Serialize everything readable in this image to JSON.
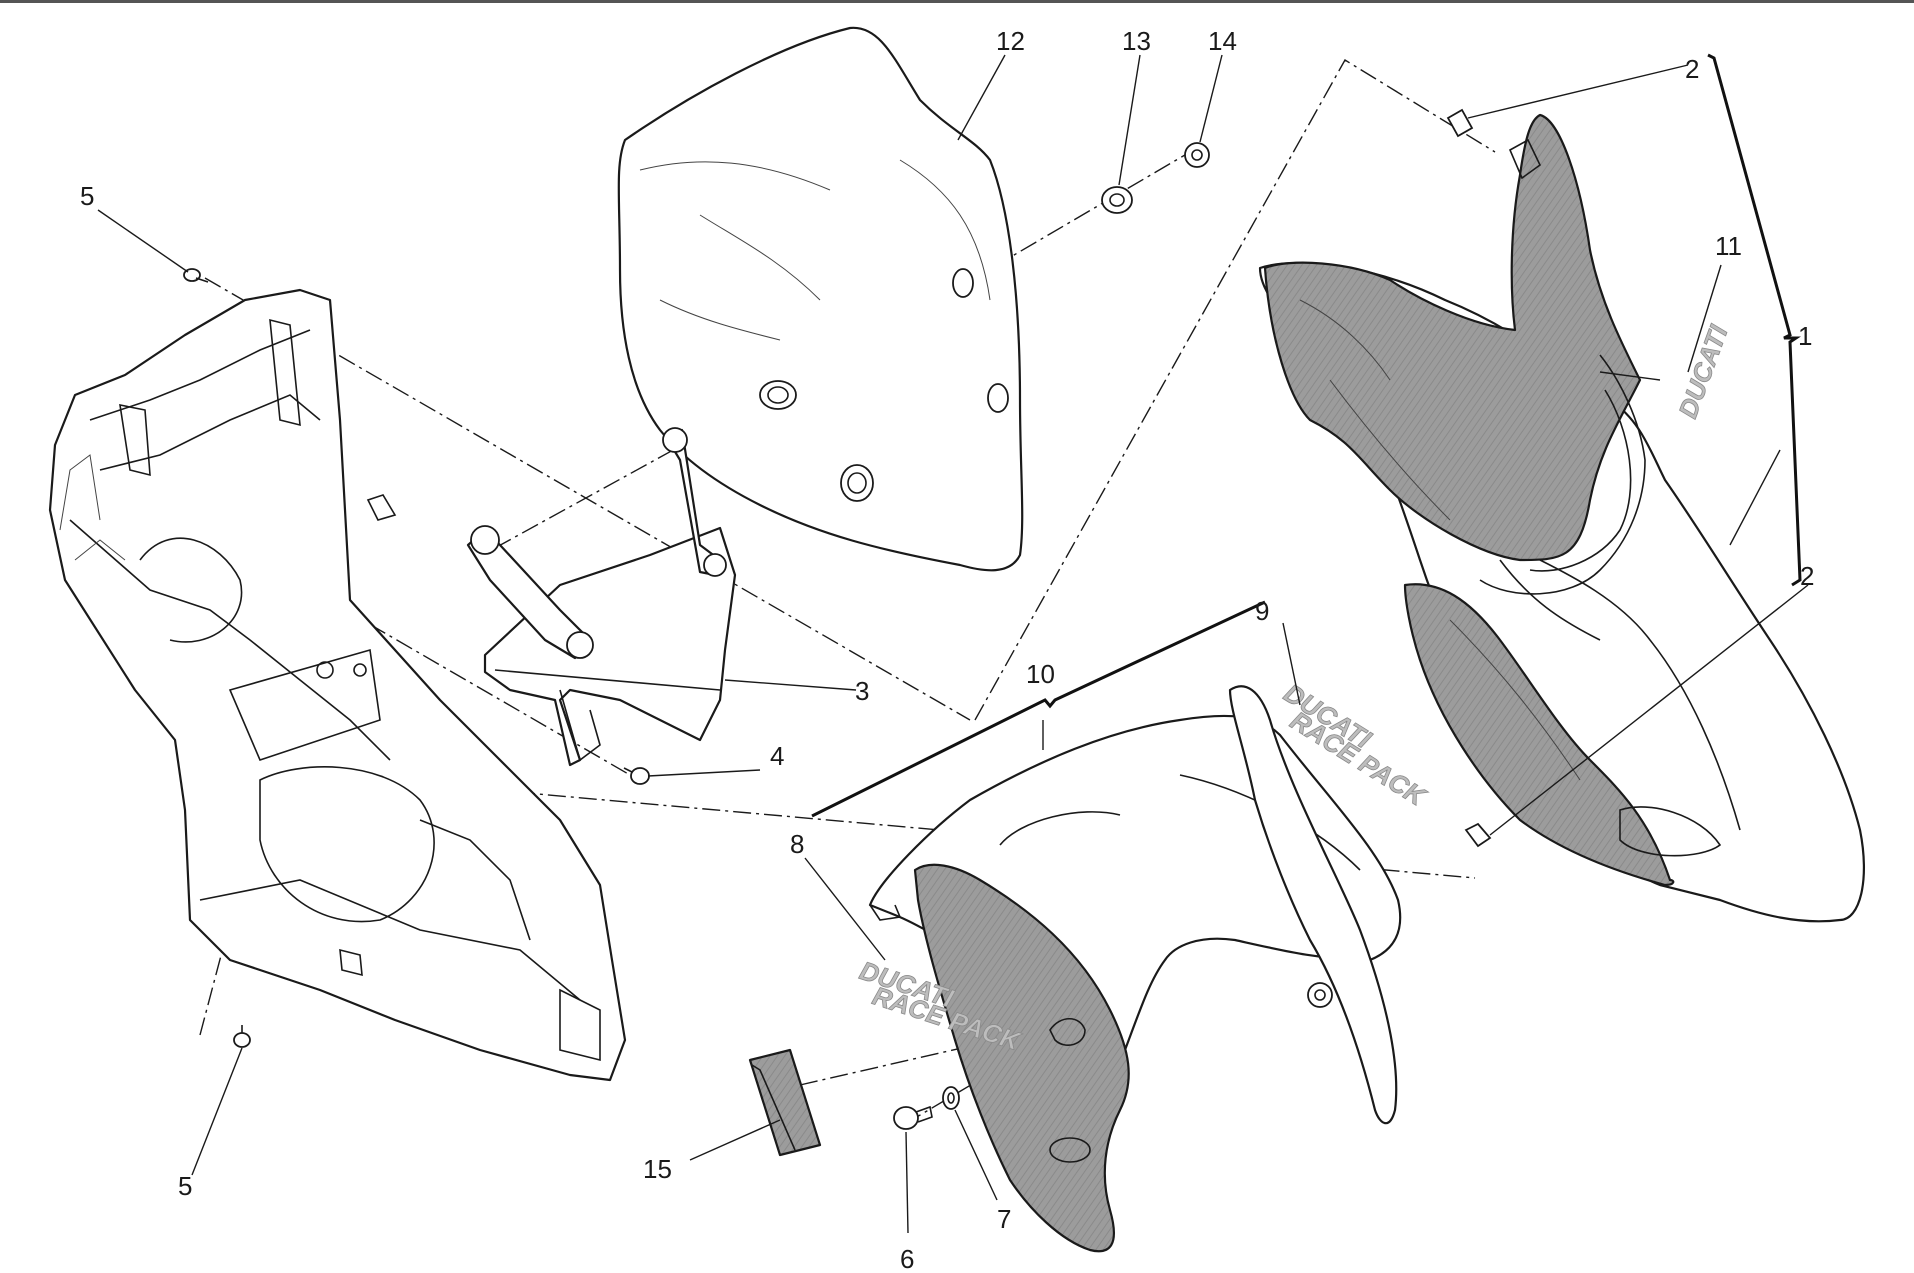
{
  "diagram": {
    "callouts": [
      {
        "id": "c1",
        "text": "1"
      },
      {
        "id": "c2a",
        "text": "2"
      },
      {
        "id": "c2b",
        "text": "2"
      },
      {
        "id": "c3",
        "text": "3"
      },
      {
        "id": "c4",
        "text": "4"
      },
      {
        "id": "c5a",
        "text": "5"
      },
      {
        "id": "c5b",
        "text": "5"
      },
      {
        "id": "c6",
        "text": "6"
      },
      {
        "id": "c7",
        "text": "7"
      },
      {
        "id": "c8",
        "text": "8"
      },
      {
        "id": "c9",
        "text": "9"
      },
      {
        "id": "c10",
        "text": "10"
      },
      {
        "id": "c11",
        "text": "11"
      },
      {
        "id": "c12",
        "text": "12"
      },
      {
        "id": "c13",
        "text": "13"
      },
      {
        "id": "c14",
        "text": "14"
      },
      {
        "id": "c15",
        "text": "15"
      }
    ],
    "decals": {
      "headlight_fairing": "DUCATI",
      "fender_left_line1": "DUCATI",
      "fender_left_line2": "RACE PACK",
      "fender_right_line1": "DUCATI",
      "fender_right_line2": "RACE PACK"
    }
  }
}
